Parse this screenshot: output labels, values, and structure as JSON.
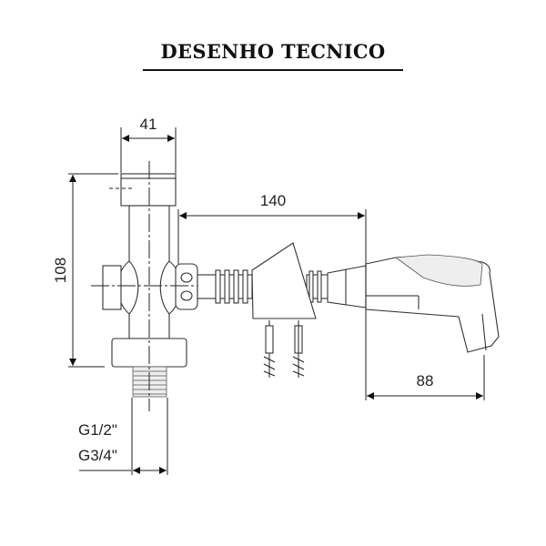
{
  "title": "DESENHO TECNICO",
  "dimensions": {
    "top_width": "41",
    "height": "108",
    "hose_length": "140",
    "shower_length": "88",
    "thread_1": "G1/2\"",
    "thread_2": "G3/4\""
  }
}
